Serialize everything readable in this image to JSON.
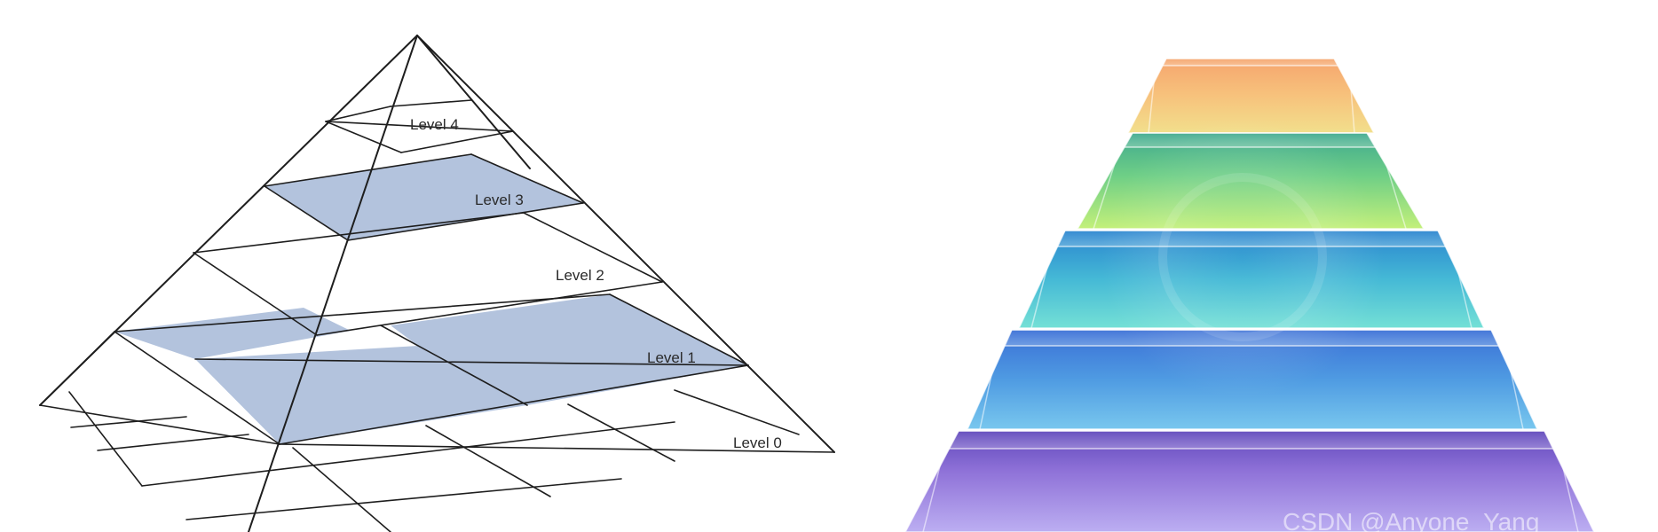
{
  "left_diagram": {
    "labels": [
      {
        "name": "level-4-label",
        "text": "Level 4"
      },
      {
        "name": "level-3-label",
        "text": "Level 3"
      },
      {
        "name": "level-2-label",
        "text": "Level 2"
      },
      {
        "name": "level-1-label",
        "text": "Level 1"
      },
      {
        "name": "level-0-label",
        "text": "Level 0"
      }
    ],
    "colors": {
      "outline": "#1e1e1e",
      "highlight": "#b3c3dd"
    }
  },
  "right_diagram": {
    "tiers": [
      {
        "name": "tier-top-orange",
        "top_color": "#f6b27d",
        "bottom_color": "#f2d98a"
      },
      {
        "name": "tier-green",
        "top_color": "#3fae8e",
        "bottom_color": "#bff07b"
      },
      {
        "name": "tier-teal",
        "top_color": "#2c8fd0",
        "bottom_color": "#5fd6d8"
      },
      {
        "name": "tier-blue",
        "top_color": "#3f77d8",
        "bottom_color": "#6cc0ea"
      },
      {
        "name": "tier-purple",
        "top_color": "#6a52c2",
        "bottom_color": "#b4a0f0"
      }
    ],
    "watermark": "CSDN @Anyone_Yang"
  }
}
